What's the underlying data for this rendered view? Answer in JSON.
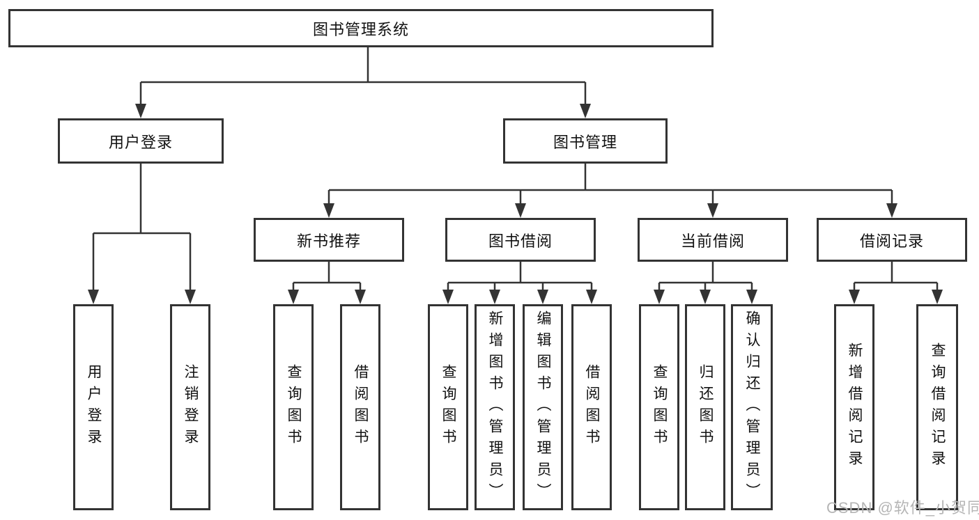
{
  "diagram_type": "hierarchy-tree",
  "watermark": "CSDN @软件_小贺同学",
  "colors": {
    "line": "#333333",
    "box_border": "#333333",
    "text": "#111111",
    "watermark": "#b5b5b5",
    "background": "#ffffff"
  },
  "tree": {
    "label": "图书管理系统",
    "children": [
      {
        "label": "用户登录",
        "children": [
          {
            "label": "用户登录"
          },
          {
            "label": "注销登录"
          }
        ]
      },
      {
        "label": "图书管理",
        "children": [
          {
            "label": "新书推荐",
            "children": [
              {
                "label": "查询图书"
              },
              {
                "label": "借阅图书"
              }
            ]
          },
          {
            "label": "图书借阅",
            "children": [
              {
                "label": "查询图书"
              },
              {
                "label": "新增图书（管理员）"
              },
              {
                "label": "编辑图书（管理员）"
              },
              {
                "label": "借阅图书"
              }
            ]
          },
          {
            "label": "当前借阅",
            "children": [
              {
                "label": "查询图书"
              },
              {
                "label": "归还图书"
              },
              {
                "label": "确认归还（管理员）"
              }
            ]
          },
          {
            "label": "借阅记录",
            "children": [
              {
                "label": "新增借阅记录"
              },
              {
                "label": "查询借阅记录"
              }
            ]
          }
        ]
      }
    ]
  }
}
